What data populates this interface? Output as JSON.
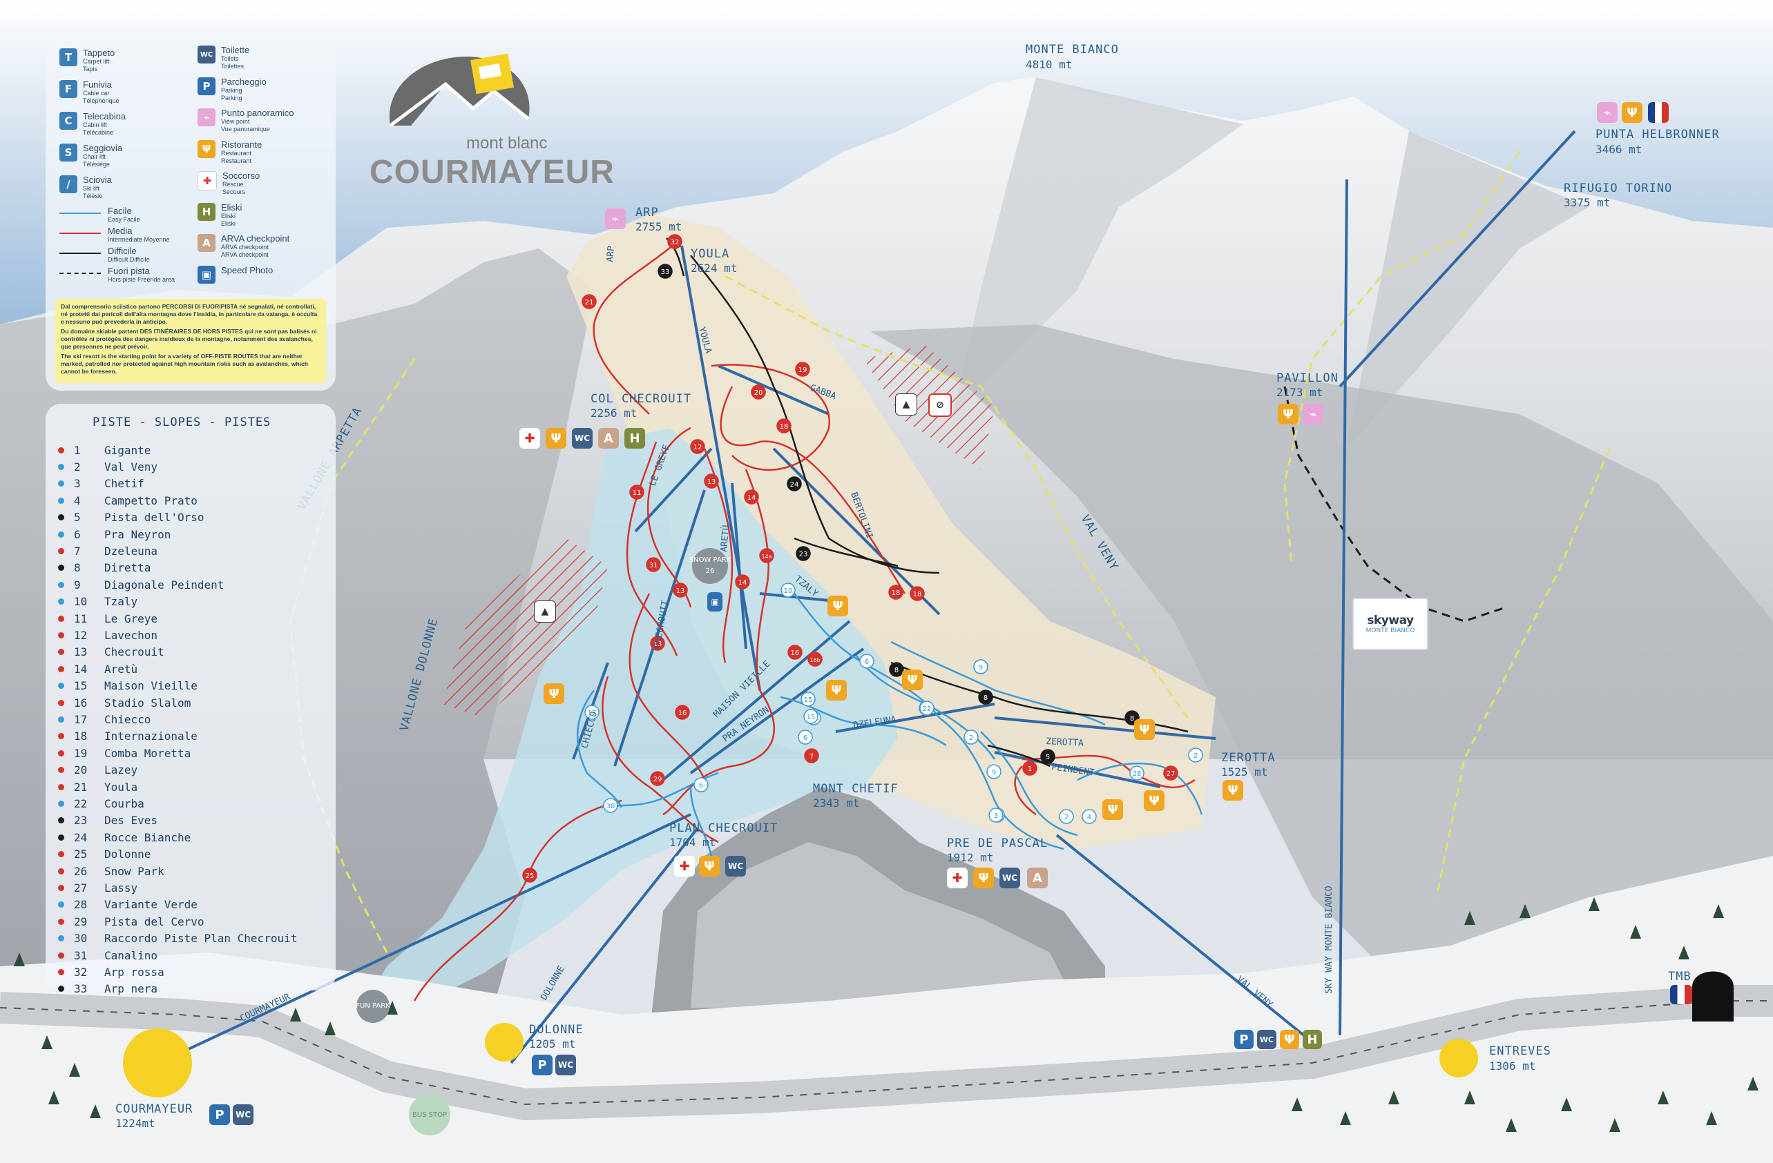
{
  "resort": {
    "logo_small": "mont blanc",
    "logo_big": "COURMAYEUR"
  },
  "legend": [
    {
      "icon": "carpet-lift-icon",
      "color": "#3a7fb8",
      "glyph": "T",
      "name": "Tappeto",
      "sub": "Carpet lift",
      "sub2": "Tapis"
    },
    {
      "icon": "cable-car-icon",
      "color": "#3a7fb8",
      "glyph": "F",
      "name": "Funivia",
      "sub": "Cable car",
      "sub2": "Téléphérique"
    },
    {
      "icon": "cabin-lift-icon",
      "color": "#3a7fb8",
      "glyph": "C",
      "name": "Telecabina",
      "sub": "Cabin lift",
      "sub2": "Télécabine"
    },
    {
      "icon": "chair-lift-icon",
      "color": "#3a7fb8",
      "glyph": "S",
      "name": "Seggiovia",
      "sub": "Chair lift",
      "sub2": "Télésiège"
    },
    {
      "icon": "ski-lift-icon",
      "color": "#3a7fb8",
      "glyph": "/",
      "name": "Sciovia",
      "sub": "Ski lift",
      "sub2": "Téléski"
    },
    {
      "icon": "toilet-icon",
      "color": "#3f5f87",
      "glyph": "WC",
      "name": "Toilette",
      "sub": "Toilets",
      "sub2": "Toilettes"
    },
    {
      "icon": "parking-icon",
      "color": "#2f6fb0",
      "glyph": "P",
      "name": "Parcheggio",
      "sub": "Parking",
      "sub2": "Parking"
    },
    {
      "icon": "viewpoint-icon",
      "color": "#e8a5d8",
      "glyph": "⌁",
      "name": "Punto panoramico",
      "sub": "View point",
      "sub2": "Vue panoramique"
    },
    {
      "icon": "restaurant-icon",
      "color": "#f0a623",
      "glyph": "Ψ",
      "name": "Ristorante",
      "sub": "Restaurant",
      "sub2": "Restaurant"
    },
    {
      "icon": "rescue-icon",
      "color": "#ffffff",
      "glyph": "✚",
      "name": "Soccorso",
      "sub": "Rescue",
      "sub2": "Secours"
    },
    {
      "icon": "heliski-icon",
      "color": "#7d8a3c",
      "glyph": "H",
      "name": "Eliski",
      "sub": "Eliski",
      "sub2": "Eliski"
    },
    {
      "icon": "arva-checkpoint-icon",
      "color": "#c9a28a",
      "glyph": "A",
      "name": "ARVA checkpoint",
      "sub": "ARVA checkpoint",
      "sub2": "ARVA checkpoint"
    },
    {
      "icon": "speed-photo-icon",
      "color": "#2f6fb0",
      "glyph": "▣",
      "name": "Speed Photo",
      "sub": "",
      "sub2": ""
    }
  ],
  "line_keys": [
    {
      "name": "Facile",
      "sub": "Easy Facile",
      "color": "#3a9ad9",
      "style": "solid"
    },
    {
      "name": "Media",
      "sub": "Intermediate Moyenne",
      "color": "#d6312b",
      "style": "solid"
    },
    {
      "name": "Difficile",
      "sub": "Difficult Difficile",
      "color": "#1b1b1b",
      "style": "solid"
    },
    {
      "name": "Fuori pista",
      "sub": "Hors piste Freeride area",
      "color": "#1b1b1b",
      "style": "dashed"
    }
  ],
  "warning": [
    "Dal comprensorio sciistico partono PERCORSI DI FUORIPISTA né segnalati, né controllati, né protetti dai pericoli dell'alta montagna dove l'insidia, in particolare da valanga, è occulta e nessuno può prevederla in anticipo.",
    "Du domaine skiable partent DES ITINÉRAIRES DE HORS PISTES qui ne sont pas balisés ni contrôlés ni protégés des dangers insidieux de la montagne, notamment des avalanches, que personnes ne peut prévoir.",
    "The ski resort is the starting point for a variety of OFF-PISTE ROUTES that are neither marked, patrolled nor protected against high mountain risks such as avalanches, which cannot be foreseen."
  ],
  "slopes_title": "PISTE - SLOPES - PISTES",
  "slopes": [
    {
      "n": "1",
      "name": "Gigante",
      "color": "#d6312b"
    },
    {
      "n": "2",
      "name": "Val Veny",
      "color": "#3a9ad9"
    },
    {
      "n": "3",
      "name": "Chetif",
      "color": "#3a9ad9"
    },
    {
      "n": "4",
      "name": "Campetto Prato",
      "color": "#3a9ad9"
    },
    {
      "n": "5",
      "name": "Pista dell'Orso",
      "color": "#1b1b1b"
    },
    {
      "n": "6",
      "name": "Pra Neyron",
      "color": "#3a9ad9"
    },
    {
      "n": "7",
      "name": "Dzeleuna",
      "color": "#d6312b"
    },
    {
      "n": "8",
      "name": "Diretta",
      "color": "#1b1b1b"
    },
    {
      "n": "9",
      "name": "Diagonale Peindent",
      "color": "#3a9ad9"
    },
    {
      "n": "10",
      "name": "Tzaly",
      "color": "#3a9ad9"
    },
    {
      "n": "11",
      "name": "Le Greye",
      "color": "#d6312b"
    },
    {
      "n": "12",
      "name": "Lavechon",
      "color": "#d6312b"
    },
    {
      "n": "13",
      "name": "Checrouit",
      "color": "#d6312b"
    },
    {
      "n": "14",
      "name": "Aretù",
      "color": "#d6312b"
    },
    {
      "n": "15",
      "name": "Maison Vieille",
      "color": "#3a9ad9"
    },
    {
      "n": "16",
      "name": "Stadio Slalom",
      "color": "#d6312b"
    },
    {
      "n": "17",
      "name": "Chiecco",
      "color": "#3a9ad9"
    },
    {
      "n": "18",
      "name": "Internazionale",
      "color": "#d6312b"
    },
    {
      "n": "19",
      "name": "Comba Moretta",
      "color": "#d6312b"
    },
    {
      "n": "20",
      "name": "Lazey",
      "color": "#d6312b"
    },
    {
      "n": "21",
      "name": "Youla",
      "color": "#d6312b"
    },
    {
      "n": "22",
      "name": "Courba",
      "color": "#3a9ad9"
    },
    {
      "n": "23",
      "name": "Des Eves",
      "color": "#1b1b1b"
    },
    {
      "n": "24",
      "name": "Rocce Bianche",
      "color": "#1b1b1b"
    },
    {
      "n": "25",
      "name": "Dolonne",
      "color": "#d6312b"
    },
    {
      "n": "26",
      "name": "Snow Park",
      "color": "#d6312b"
    },
    {
      "n": "27",
      "name": "Lassy",
      "color": "#d6312b"
    },
    {
      "n": "28",
      "name": "Variante Verde",
      "color": "#3a9ad9"
    },
    {
      "n": "29",
      "name": "Pista del Cervo",
      "color": "#d6312b"
    },
    {
      "n": "30",
      "name": "Raccordo Piste Plan Checrouit",
      "color": "#3a9ad9"
    },
    {
      "n": "31",
      "name": "Canalino",
      "color": "#d6312b"
    },
    {
      "n": "32",
      "name": "Arp rossa",
      "color": "#d6312b"
    },
    {
      "n": "33",
      "name": "Arp nera",
      "color": "#1b1b1b"
    }
  ],
  "places": {
    "monte_bianco": {
      "name": "MONTE BIANCO",
      "alt": "4810 mt"
    },
    "punta_helbronner": {
      "name": "PUNTA HELBRONNER",
      "alt": "3466 mt"
    },
    "rifugio_torino": {
      "name": "RIFUGIO TORINO",
      "alt": "3375 mt"
    },
    "arp": {
      "name": "ARP",
      "alt": "2755 mt"
    },
    "youla": {
      "name": "YOULA",
      "alt": "2624 mt"
    },
    "col_checrouit": {
      "name": "COL CHECROUIT",
      "alt": "2256 mt"
    },
    "pavillon": {
      "name": "PAVILLON",
      "alt": "2173 mt"
    },
    "zerotta": {
      "name": "ZEROTTA",
      "alt": "1525 mt"
    },
    "mont_chetif": {
      "name": "MONT CHETIF",
      "alt": "2343 mt"
    },
    "plan_checrouit": {
      "name": "PLAN CHECROUIT",
      "alt": "1704 mt"
    },
    "pre_de_pascal": {
      "name": "PRE DE PASCAL",
      "alt": "1912 mt"
    },
    "dolonne": {
      "name": "DOLONNE",
      "alt": "1205 mt"
    },
    "courmayeur": {
      "name": "COURMAYEUR",
      "alt": "1224mt"
    },
    "entreves": {
      "name": "ENTREVES",
      "alt": "1306 mt"
    },
    "tmb": {
      "name": "TMB"
    }
  },
  "labels": {
    "val_veny": "VAL VENY",
    "vallone_arpetta": "VALLONE ARPETTA",
    "vallone_dolonne": "VALLONE DOLONNE",
    "snow_park": "SNOW PARK",
    "snow_park_num": "26",
    "fun_park": "FUN PARK",
    "bus_stop": "BUS STOP",
    "skyway_brand": "skyway",
    "skyway_sub": "MONTE BIANCO"
  },
  "lift_names": [
    "ARP",
    "YOULA",
    "GABBA",
    "BERTOLINI",
    "LE GREYE",
    "ARETÙ",
    "TZALY",
    "CHECROUIT",
    "MAISON VIEILLE",
    "PRA NEYRON",
    "CHIECCO",
    "DZELEUNA",
    "ZEROTTA",
    "PEINDENT",
    "VAL VENY",
    "SKY WAY MONTE BIANCO",
    "DOLONNE",
    "COURMAYEUR"
  ],
  "trail_markers": [
    {
      "n": "32",
      "c": "#d6312b"
    },
    {
      "n": "33",
      "c": "#1b1b1b"
    },
    {
      "n": "21",
      "c": "#d6312b"
    },
    {
      "n": "19",
      "c": "#d6312b"
    },
    {
      "n": "20",
      "c": "#d6312b"
    },
    {
      "n": "18",
      "c": "#d6312b"
    },
    {
      "n": "18",
      "c": "#d6312b"
    },
    {
      "n": "12",
      "c": "#d6312b"
    },
    {
      "n": "11",
      "c": "#d6312b"
    },
    {
      "n": "13",
      "c": "#d6312b"
    },
    {
      "n": "14",
      "c": "#d6312b"
    },
    {
      "n": "24",
      "c": "#1b1b1b"
    },
    {
      "n": "23",
      "c": "#1b1b1b"
    },
    {
      "n": "31",
      "c": "#d6312b"
    },
    {
      "n": "14a",
      "c": "#d6312b"
    },
    {
      "n": "14",
      "c": "#d6312b"
    },
    {
      "n": "13",
      "c": "#d6312b"
    },
    {
      "n": "10",
      "c": "#3a9ad9"
    },
    {
      "n": "13",
      "c": "#d6312b"
    },
    {
      "n": "16",
      "c": "#d6312b"
    },
    {
      "n": "16b",
      "c": "#d6312b"
    },
    {
      "n": "17",
      "c": "#3a9ad9"
    },
    {
      "n": "16",
      "c": "#d6312b"
    },
    {
      "n": "15",
      "c": "#3a9ad9"
    },
    {
      "n": "15",
      "c": "#3a9ad9"
    },
    {
      "n": "6",
      "c": "#3a9ad9"
    },
    {
      "n": "7",
      "c": "#d6312b"
    },
    {
      "n": "8",
      "c": "#1b1b1b"
    },
    {
      "n": "9",
      "c": "#3a9ad9"
    },
    {
      "n": "22",
      "c": "#3a9ad9"
    },
    {
      "n": "8",
      "c": "#1b1b1b"
    },
    {
      "n": "8",
      "c": "#1b1b1b"
    },
    {
      "n": "2",
      "c": "#3a9ad9"
    },
    {
      "n": "5",
      "c": "#1b1b1b"
    },
    {
      "n": "1",
      "c": "#d6312b"
    },
    {
      "n": "9",
      "c": "#3a9ad9"
    },
    {
      "n": "3",
      "c": "#3a9ad9"
    },
    {
      "n": "2",
      "c": "#3a9ad9"
    },
    {
      "n": "4",
      "c": "#3a9ad9"
    },
    {
      "n": "28",
      "c": "#3a9ad9"
    },
    {
      "n": "27",
      "c": "#d6312b"
    },
    {
      "n": "2",
      "c": "#3a9ad9"
    },
    {
      "n": "29",
      "c": "#d6312b"
    },
    {
      "n": "30",
      "c": "#3a9ad9"
    },
    {
      "n": "6",
      "c": "#3a9ad9"
    },
    {
      "n": "25",
      "c": "#d6312b"
    },
    {
      "n": "18",
      "c": "#d6312b"
    },
    {
      "n": "9",
      "c": "#3a9ad9"
    },
    {
      "n": "15",
      "c": "#3a9ad9"
    },
    {
      "n": "6",
      "c": "#3a9ad9"
    },
    {
      "n": "22",
      "c": "#3a9ad9"
    },
    {
      "n": "3",
      "c": "#3a9ad9"
    }
  ]
}
